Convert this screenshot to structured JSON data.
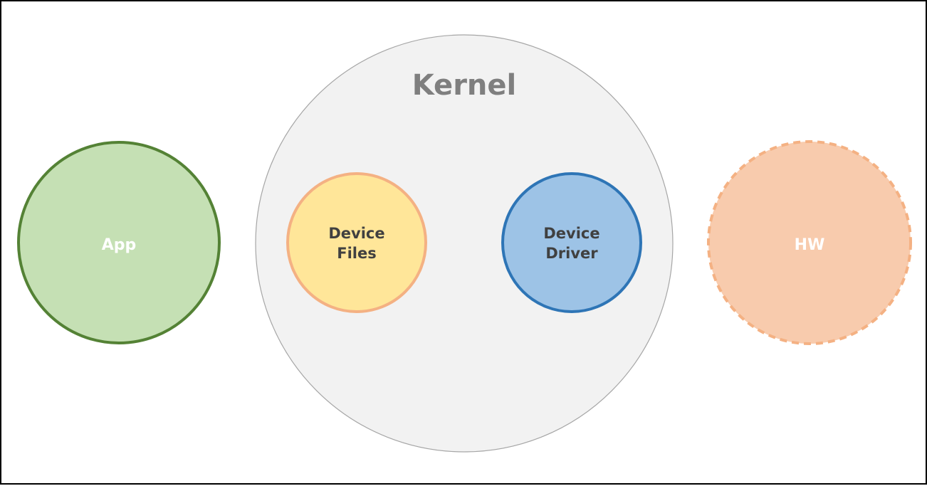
{
  "diagram": {
    "nodes": {
      "app": {
        "label": "App",
        "fill": "#c5e0b4",
        "stroke": "#548235"
      },
      "kernel": {
        "label": "Kernel",
        "fill": "#f2f2f2",
        "stroke": "#a6a6a6",
        "text_color": "#7f7f7f"
      },
      "device_files": {
        "line1": "Device",
        "line2": "Files",
        "fill": "#ffe699",
        "stroke": "#f4b183"
      },
      "device_driver": {
        "line1": "Device",
        "line2": "Driver",
        "fill": "#9dc3e6",
        "stroke": "#2e75b6"
      },
      "hw": {
        "label": "HW",
        "fill": "#f8cbad",
        "stroke": "#f4b183",
        "border_style": "dashed"
      }
    },
    "text_color_dark": "#404040",
    "text_color_light": "#ffffff"
  }
}
